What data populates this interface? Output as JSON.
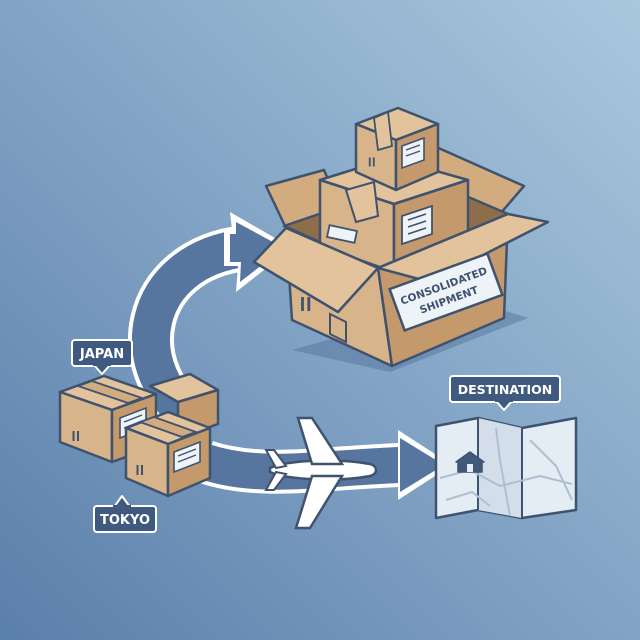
{
  "labels": {
    "origin_country": "JAPAN",
    "origin_city": "TOKYO",
    "destination": "DESTINATION",
    "consolidated_line1": "CONSOLIDATED",
    "consolidated_line2": "SHIPMENT"
  },
  "colors": {
    "background_top": "#a7c6dc",
    "background_bottom": "#5f82ad",
    "box_face": "#d7b48a",
    "box_side": "#c49a6c",
    "box_top": "#e2c39c",
    "outline": "#3f526e",
    "arrow": "#56759f",
    "label_bg": "#3f5a7e",
    "map": "#e4ecf4"
  },
  "icons": {
    "airplane": "airplane-icon",
    "home": "home-icon",
    "map": "map-icon",
    "this_side_up": "this-side-up-icon"
  }
}
